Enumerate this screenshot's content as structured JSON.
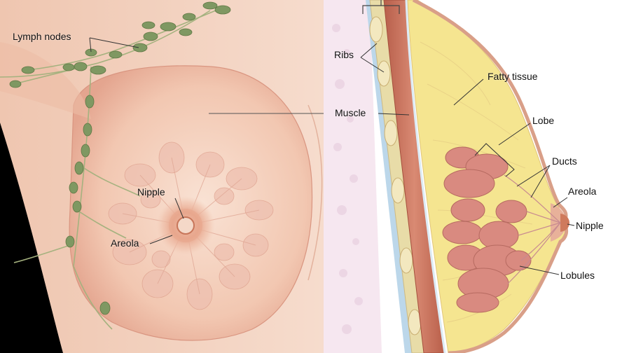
{
  "front_view": {
    "labels": {
      "lymph_nodes": "Lymph nodes",
      "nipple": "Nipple",
      "areola": "Areola"
    }
  },
  "cross_section": {
    "labels": {
      "ribs": "Ribs",
      "muscle": "Muscle",
      "fatty_tissue": "Fatty tissue",
      "lobe": "Lobe",
      "ducts": "Ducts",
      "areola": "Areola",
      "nipple": "Nipple",
      "lobules": "Lobules"
    }
  },
  "colors": {
    "skin": "#f3cdb8",
    "skin_light": "#f8e0d2",
    "skin_shadow": "#e3a894",
    "lymph_node": "#7d9660",
    "lymph_vessel": "#9fae7c",
    "fat": "#f4e48a",
    "muscle": "#c9715c",
    "rib": "#e9dcb0",
    "lobule": "#d8897f",
    "nipple": "#cf7a5c",
    "chest_wall": "#cfe0ee"
  }
}
